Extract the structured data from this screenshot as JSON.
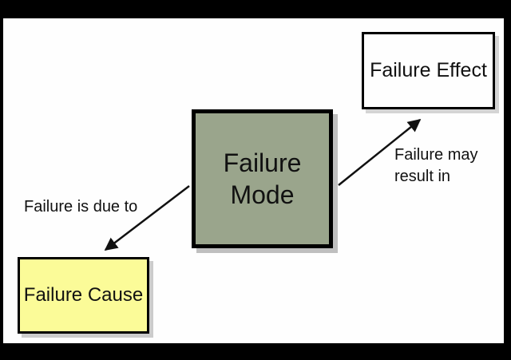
{
  "slide": {
    "background_color": "#FEFEFE",
    "frame_color": "#000000",
    "shadow_color": "#C8C8C8"
  },
  "nodes": {
    "failure_mode": {
      "label": "Failure\nMode",
      "fill": "#9AA58C",
      "border_color": "#000000",
      "shape": "rectangle"
    },
    "failure_effect": {
      "label": "Failure Effect",
      "fill": "#FEFEFE",
      "border_color": "#000000",
      "shape": "rectangle"
    },
    "failure_cause": {
      "label": "Failure Cause",
      "fill": "#FBFB98",
      "border_color": "#000000",
      "shape": "rectangle"
    }
  },
  "edges": {
    "mode_to_cause": {
      "label": "Failure is due to",
      "from": "failure_mode",
      "to": "failure_cause",
      "arrow_color": "#111111"
    },
    "mode_to_effect": {
      "label": "Failure may\nresult in",
      "from": "failure_mode",
      "to": "failure_effect",
      "arrow_color": "#111111"
    }
  }
}
